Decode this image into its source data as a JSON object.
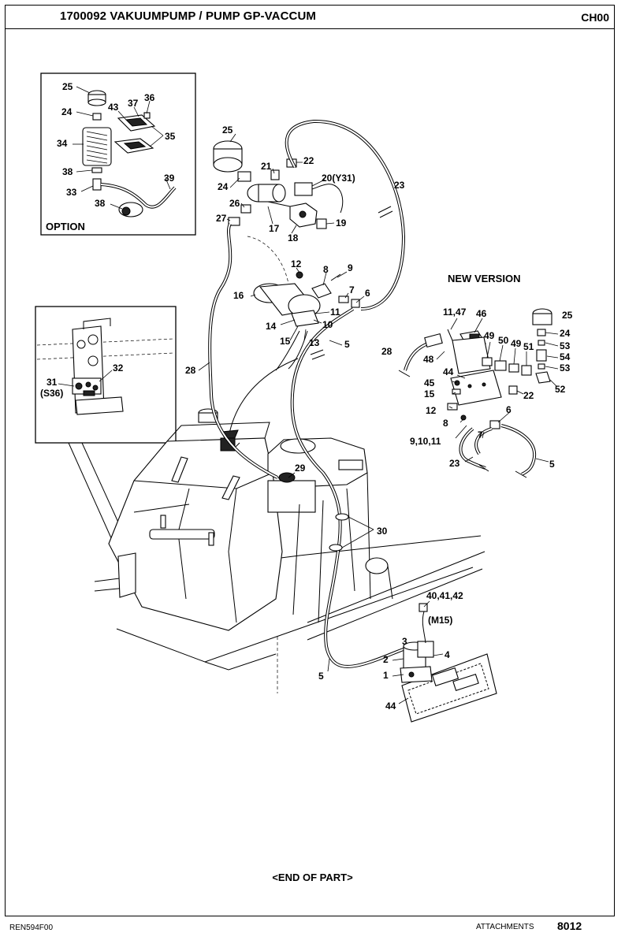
{
  "header": {
    "title": "1700092 VAKUUMPUMP / PUMP GP-VACCUM",
    "chapter": "CH00"
  },
  "footer": {
    "code": "REN594F00",
    "section": "ATTACHMENTS",
    "page": "8012",
    "end_of_part": "<END OF PART>"
  },
  "insets": {
    "option": "OPTION",
    "new_version": "NEW VERSION"
  },
  "labels": {
    "option": [
      "25",
      "24",
      "43",
      "37",
      "36",
      "35",
      "34",
      "38",
      "33",
      "38",
      "39"
    ],
    "main": [
      "25",
      "21",
      "22",
      "20(Y31)",
      "23",
      "24",
      "26",
      "27",
      "17",
      "18",
      "19",
      "12",
      "8",
      "9",
      "16",
      "7",
      "6",
      "11",
      "10",
      "14",
      "15",
      "13",
      "5",
      "28",
      "29",
      "30",
      "40,41,42",
      "(M15)",
      "3",
      "2",
      "4",
      "1",
      "5",
      "44"
    ],
    "bracket": [
      "31",
      "(S36)",
      "32"
    ],
    "new_version": [
      "11,47",
      "46",
      "25",
      "24",
      "53",
      "54",
      "53",
      "52",
      "49",
      "50",
      "49",
      "51",
      "28",
      "48",
      "44",
      "45",
      "15",
      "22",
      "12",
      "8",
      "6",
      "9,10,11",
      "7",
      "23",
      "5"
    ]
  }
}
